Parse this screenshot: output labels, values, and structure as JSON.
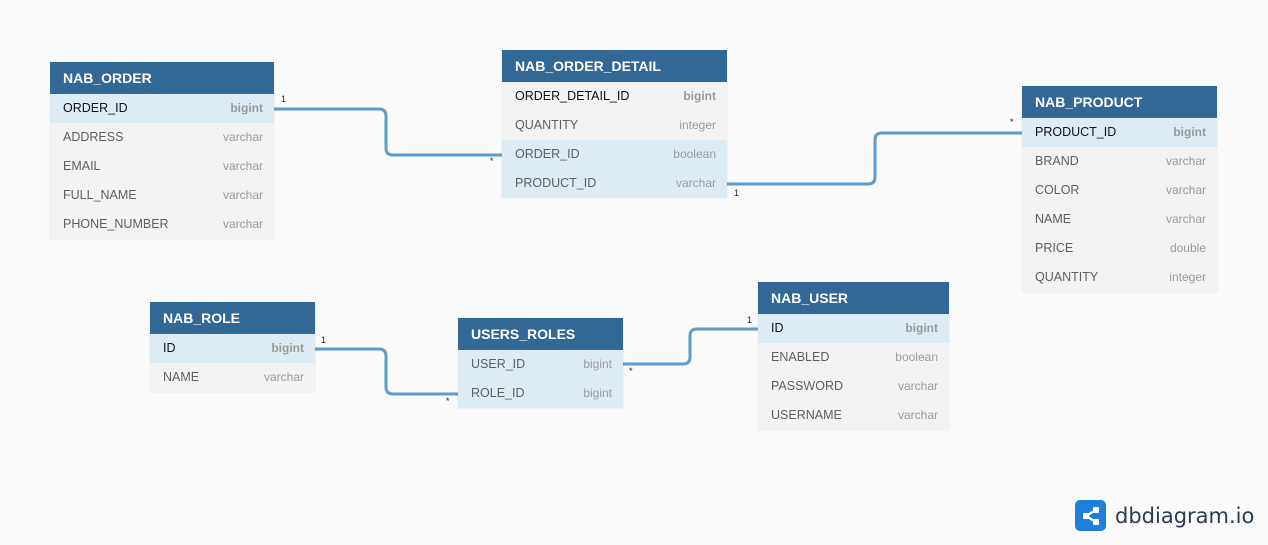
{
  "tables": {
    "nab_order": {
      "name": "NAB_ORDER",
      "fields": [
        {
          "name": "ORDER_ID",
          "type": "bigint"
        },
        {
          "name": "ADDRESS",
          "type": "varchar"
        },
        {
          "name": "EMAIL",
          "type": "varchar"
        },
        {
          "name": "FULL_NAME",
          "type": "varchar"
        },
        {
          "name": "PHONE_NUMBER",
          "type": "varchar"
        }
      ]
    },
    "nab_order_detail": {
      "name": "NAB_ORDER_DETAIL",
      "fields": [
        {
          "name": "ORDER_DETAIL_ID",
          "type": "bigint"
        },
        {
          "name": "QUANTITY",
          "type": "integer"
        },
        {
          "name": "ORDER_ID",
          "type": "boolean"
        },
        {
          "name": "PRODUCT_ID",
          "type": "varchar"
        }
      ]
    },
    "nab_product": {
      "name": "NAB_PRODUCT",
      "fields": [
        {
          "name": "PRODUCT_ID",
          "type": "bigint"
        },
        {
          "name": "BRAND",
          "type": "varchar"
        },
        {
          "name": "COLOR",
          "type": "varchar"
        },
        {
          "name": "NAME",
          "type": "varchar"
        },
        {
          "name": "PRICE",
          "type": "double"
        },
        {
          "name": "QUANTITY",
          "type": "integer"
        }
      ]
    },
    "nab_role": {
      "name": "NAB_ROLE",
      "fields": [
        {
          "name": "ID",
          "type": "bigint"
        },
        {
          "name": "NAME",
          "type": "varchar"
        }
      ]
    },
    "users_roles": {
      "name": "USERS_ROLES",
      "fields": [
        {
          "name": "USER_ID",
          "type": "bigint"
        },
        {
          "name": "ROLE_ID",
          "type": "bigint"
        }
      ]
    },
    "nab_user": {
      "name": "NAB_USER",
      "fields": [
        {
          "name": "ID",
          "type": "bigint"
        },
        {
          "name": "ENABLED",
          "type": "boolean"
        },
        {
          "name": "PASSWORD",
          "type": "varchar"
        },
        {
          "name": "USERNAME",
          "type": "varchar"
        }
      ]
    }
  },
  "relationships": [
    {
      "from": "NAB_ORDER.ORDER_ID",
      "to": "NAB_ORDER_DETAIL.ORDER_ID",
      "from_card": "1",
      "to_card": "*"
    },
    {
      "from": "NAB_ORDER_DETAIL.PRODUCT_ID",
      "to": "NAB_PRODUCT.PRODUCT_ID",
      "from_card": "1",
      "to_card": "*"
    },
    {
      "from": "NAB_ROLE.ID",
      "to": "USERS_ROLES.ROLE_ID",
      "from_card": "1",
      "to_card": "*"
    },
    {
      "from": "USERS_ROLES.USER_ID",
      "to": "NAB_USER.ID",
      "from_card": "*",
      "to_card": "1"
    }
  ],
  "colors": {
    "header": "#316896",
    "link": "#5b9bcd",
    "row_highlight": "#ddebf4",
    "row": "#f3f3f3"
  },
  "brand": {
    "text": "dbdiagram.io",
    "icon": "share-nodes-icon"
  }
}
